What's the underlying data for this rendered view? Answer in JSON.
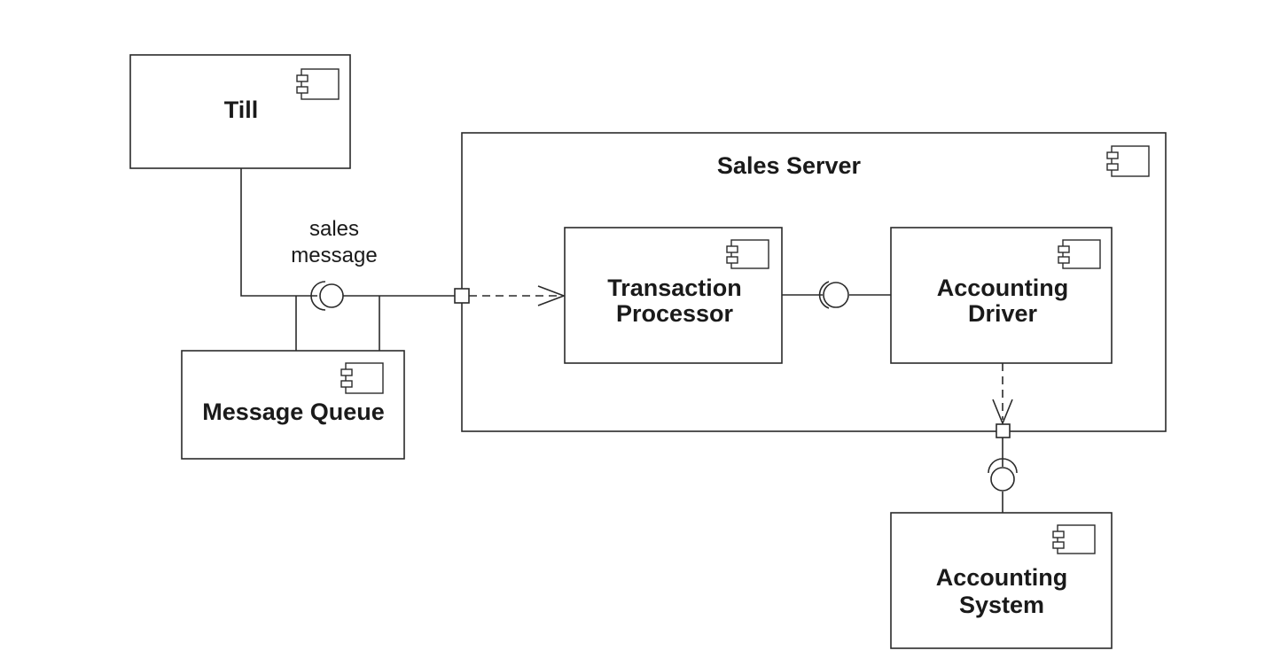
{
  "components": {
    "till": "Till",
    "message_queue": "Message Queue",
    "sales_server": "Sales Server",
    "transaction_processor": [
      "Transaction",
      "Processor"
    ],
    "accounting_driver": [
      "Accounting",
      "Driver"
    ],
    "accounting_system": [
      "Accounting",
      "System"
    ]
  },
  "interfaces": {
    "sales_message": [
      "sales",
      "message"
    ]
  },
  "icon": "uml-component-icon"
}
